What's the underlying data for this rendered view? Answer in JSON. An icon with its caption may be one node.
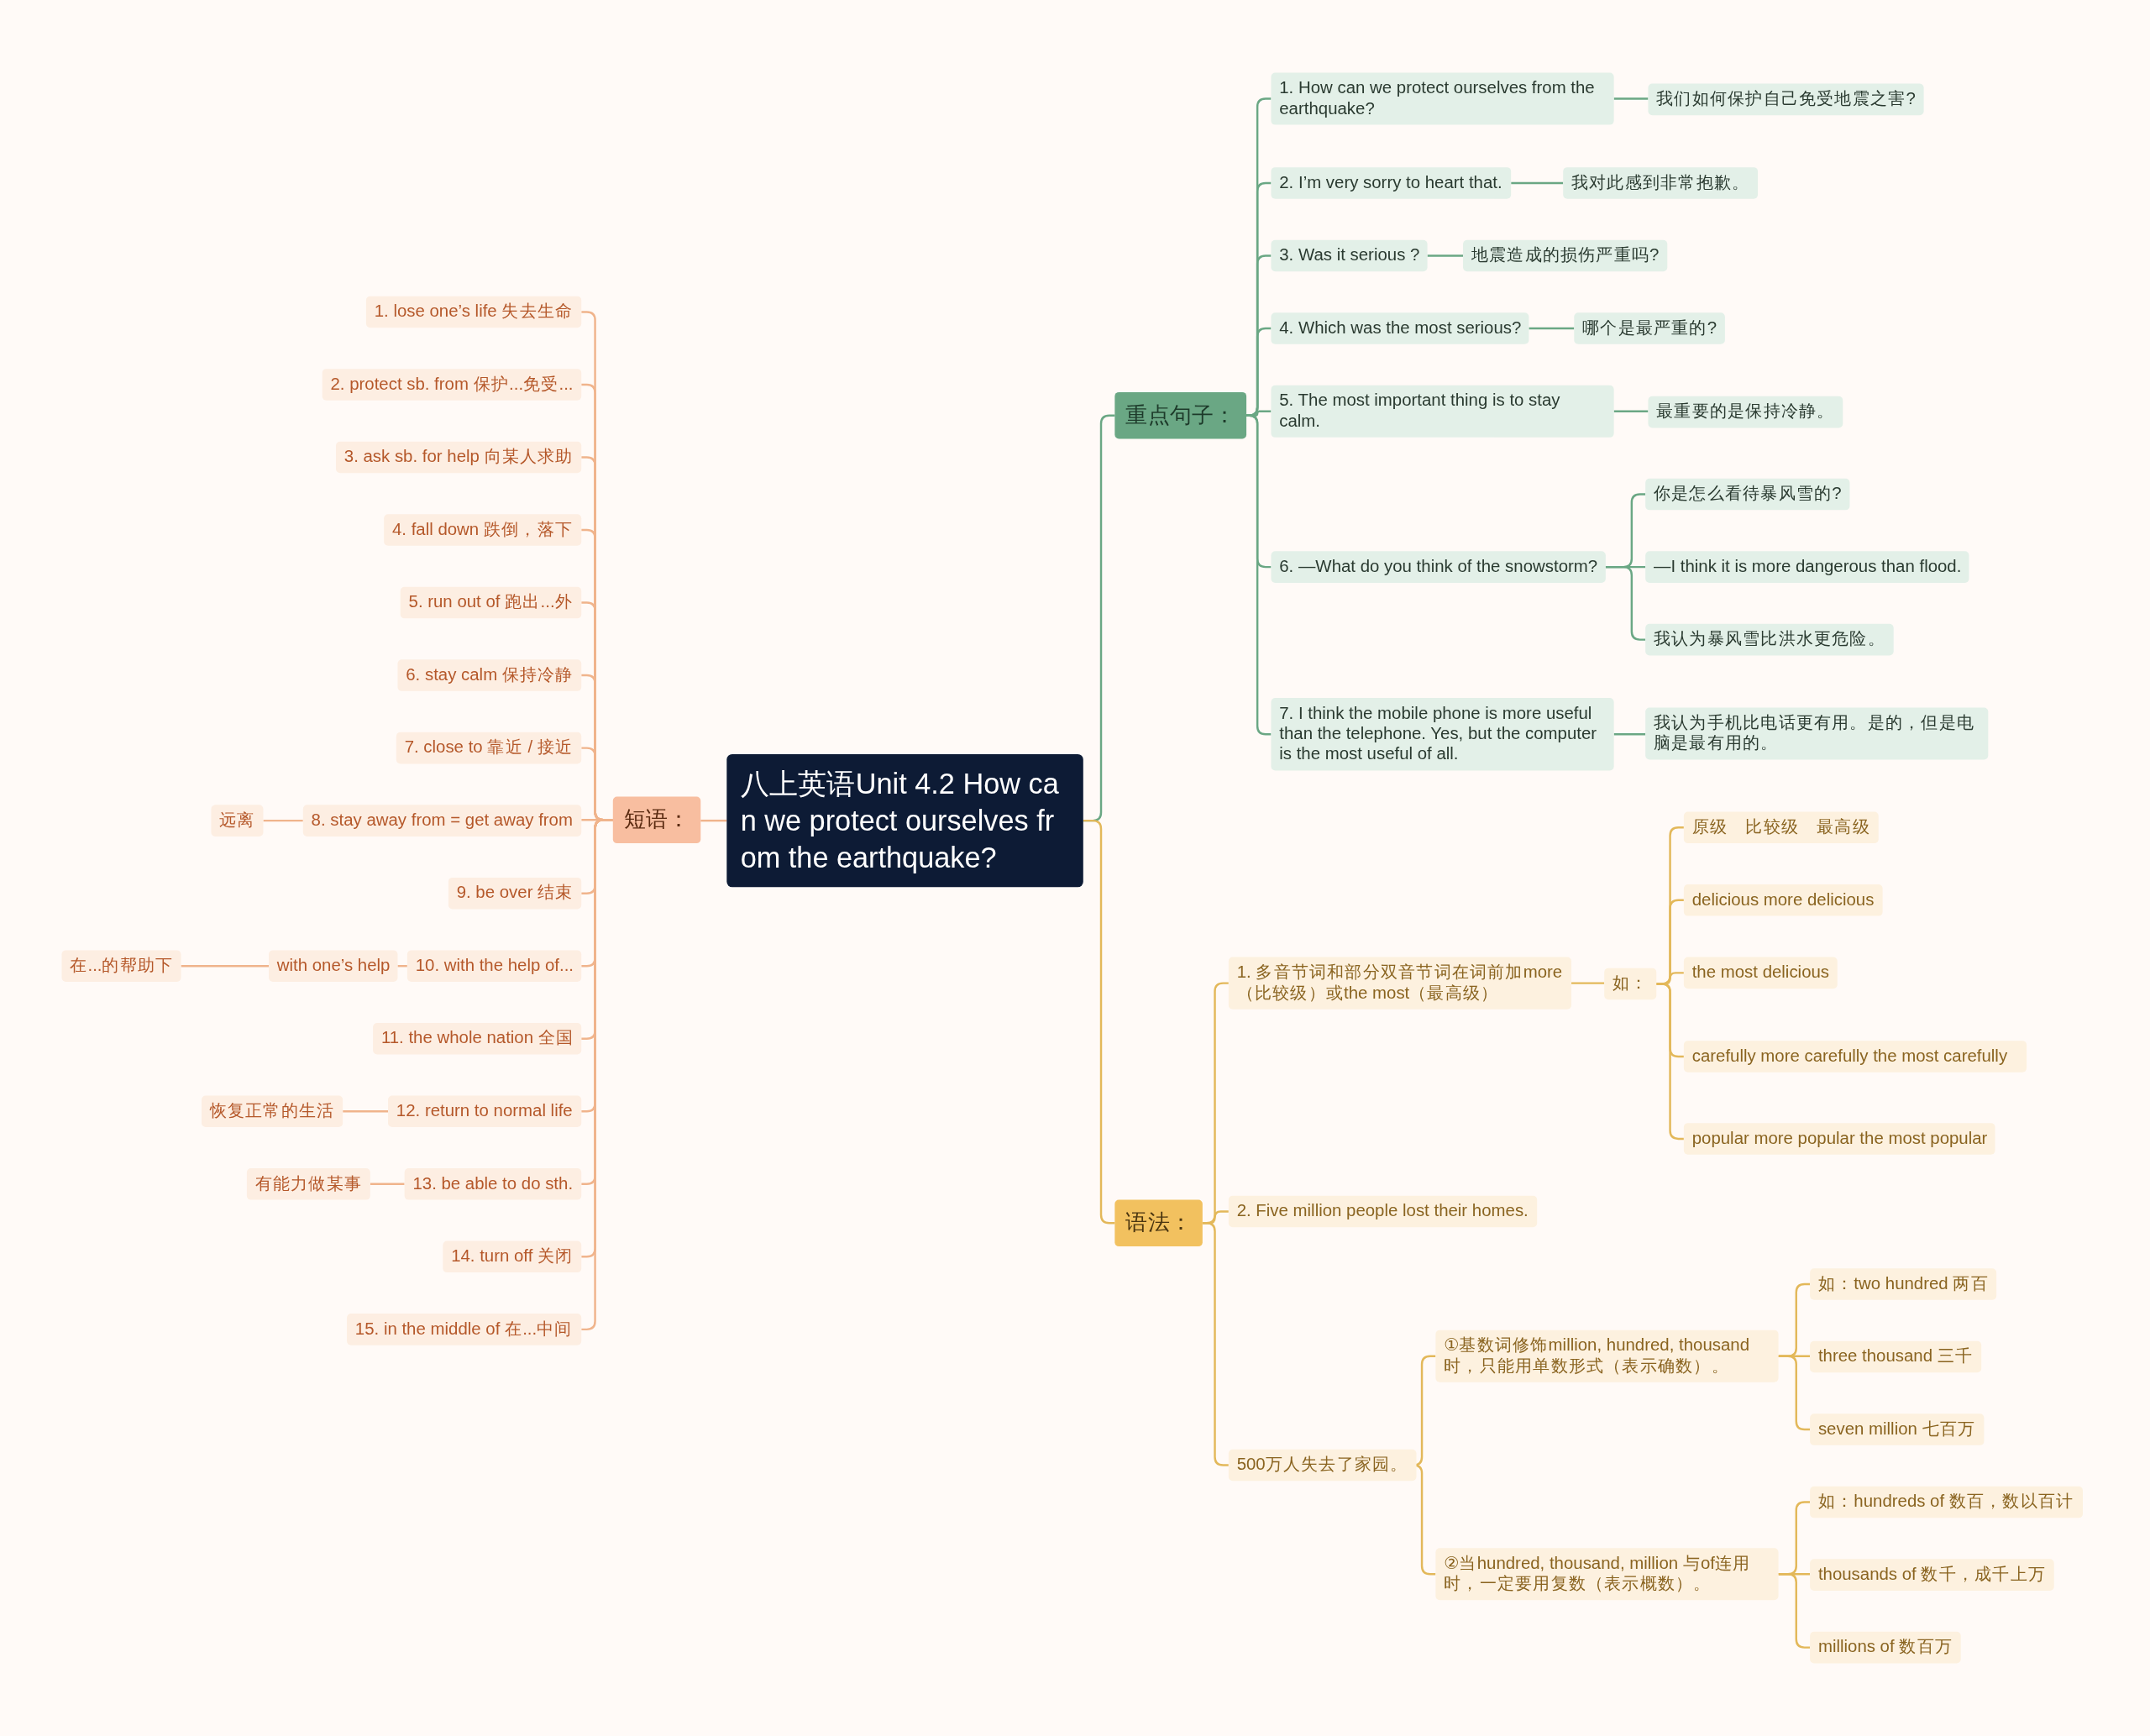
{
  "diagram": {
    "nodes": [
      {
        "text": [
          "八上英语Unit 4.2 How can we protect ourselves from the earthquake?"
        ]
      },
      {
        "text": [
          "重点句子："
        ]
      },
      {
        "text": [
          "1. How can we protect ourselves from the earthquake?"
        ]
      },
      {
        "text": [
          "我们如何保护自己免受地震之害?"
        ]
      },
      {
        "text": [
          "2. I’m very sorry to heart that."
        ]
      },
      {
        "text": [
          "我对此感到非常抱歉。"
        ]
      },
      {
        "text": [
          "3. Was it serious ?"
        ]
      },
      {
        "text": [
          "地震造成的损伤严重吗?"
        ]
      },
      {
        "text": [
          "4. Which was the most serious?"
        ]
      },
      {
        "text": [
          "哪个是最严重的?"
        ]
      },
      {
        "text": [
          "5. The most important thing is to stay calm."
        ]
      },
      {
        "text": [
          "最重要的是保持冷静。"
        ]
      },
      {
        "text": [
          "6. —What do you think of the snowstorm?"
        ]
      },
      {
        "text": [
          "你是怎么看待暴风雪的?"
        ]
      },
      {
        "text": [
          "—I think it is more dangerous than flood."
        ]
      },
      {
        "text": [
          "我认为暴风雪比洪水更危险。"
        ]
      },
      {
        "text": [
          "7. I think the mobile phone is more useful than the telephone. Yes, but the computer is the most useful of all."
        ]
      },
      {
        "text": [
          "我认为手机比电话更有用。是的，但是电脑是最有用的。"
        ]
      },
      {
        "text": [
          "语法："
        ]
      },
      {
        "text": [
          "1. 多音节词和部分双音节词在词前加more（比较级）或the most（最高级）"
        ]
      },
      {
        "text": [
          "如："
        ]
      },
      {
        "text": [
          "原级　比较级　最高级"
        ]
      },
      {
        "text": [
          "delicious more delicious"
        ]
      },
      {
        "text": [
          "the most delicious"
        ]
      },
      {
        "text": [
          "carefully more carefully the most carefully"
        ]
      },
      {
        "text": [
          "popular  more popular the most popular"
        ]
      },
      {
        "text": [
          "2. Five million people lost their homes."
        ]
      },
      {
        "text": [
          "500万人失去了家园。"
        ]
      },
      {
        "text": [
          "①基数词修饰million, hundred, thousand时，只能用单数形式（表示确数）。"
        ]
      },
      {
        "text": [
          "如：two hundred 两百"
        ]
      },
      {
        "text": [
          "three thousand 三千"
        ]
      },
      {
        "text": [
          "seven million 七百万"
        ]
      },
      {
        "text": [
          "②当hundred, thousand, million 与of连用时，一定要用复数（表示概数）。"
        ]
      },
      {
        "text": [
          "如：hundreds of  数百，数以百计"
        ]
      },
      {
        "text": [
          "thousands of 数千，成千上万"
        ]
      },
      {
        "text": [
          "millions of 数百万"
        ]
      },
      {
        "text": [
          "短语："
        ]
      },
      {
        "text": [
          "1. lose one’s life 失去生命"
        ]
      },
      {
        "text": [
          "2. protect sb. from 保护...免受..."
        ]
      },
      {
        "text": [
          "3. ask sb. for help  向某人求助"
        ]
      },
      {
        "text": [
          "4. fall down  跌倒，落下"
        ]
      },
      {
        "text": [
          "5. run out of  跑出...外"
        ]
      },
      {
        "text": [
          "6. stay calm  保持冷静"
        ]
      },
      {
        "text": [
          "7. close to  靠近 / 接近"
        ]
      },
      {
        "text": [
          "8. stay away from = get away from"
        ]
      },
      {
        "text": [
          "远离"
        ]
      },
      {
        "text": [
          "9. be over 结束"
        ]
      },
      {
        "text": [
          "10. with the help of..."
        ]
      },
      {
        "text": [
          "with one’s help"
        ]
      },
      {
        "text": [
          "在...的帮助下"
        ]
      },
      {
        "text": [
          "11. the whole nation  全国"
        ]
      },
      {
        "text": [
          "12. return to normal life"
        ]
      },
      {
        "text": [
          "恢复正常的生活"
        ]
      },
      {
        "text": [
          "13. be able to do sth."
        ]
      },
      {
        "text": [
          "有能力做某事"
        ]
      },
      {
        "text": [
          "14. turn off  关闭"
        ]
      },
      {
        "text": [
          "15. in the middle of  在...中间"
        ]
      }
    ],
    "edges": [
      {
        "from": 0,
        "to": 1,
        "arrow": "none",
        "color": "#6aa784"
      },
      {
        "from": 1,
        "to": 2,
        "arrow": "none",
        "color": "#6aa784"
      },
      {
        "from": 2,
        "to": 3,
        "arrow": "none",
        "color": "#6aa784"
      },
      {
        "from": 1,
        "to": 4,
        "arrow": "none",
        "color": "#6aa784"
      },
      {
        "from": 4,
        "to": 5,
        "arrow": "none",
        "color": "#6aa784"
      },
      {
        "from": 1,
        "to": 6,
        "arrow": "none",
        "color": "#6aa784"
      },
      {
        "from": 6,
        "to": 7,
        "arrow": "none",
        "color": "#6aa784"
      },
      {
        "from": 1,
        "to": 8,
        "arrow": "none",
        "color": "#6aa784"
      },
      {
        "from": 8,
        "to": 9,
        "arrow": "none",
        "color": "#6aa784"
      },
      {
        "from": 1,
        "to": 10,
        "arrow": "none",
        "color": "#6aa784"
      },
      {
        "from": 10,
        "to": 11,
        "arrow": "none",
        "color": "#6aa784"
      },
      {
        "from": 1,
        "to": 12,
        "arrow": "none",
        "color": "#6aa784"
      },
      {
        "from": 12,
        "to": 13,
        "arrow": "none",
        "color": "#6aa784"
      },
      {
        "from": 12,
        "to": 14,
        "arrow": "none",
        "color": "#6aa784"
      },
      {
        "from": 12,
        "to": 15,
        "arrow": "none",
        "color": "#6aa784"
      },
      {
        "from": 1,
        "to": 16,
        "arrow": "none",
        "color": "#6aa784"
      },
      {
        "from": 16,
        "to": 17,
        "arrow": "none",
        "color": "#6aa784"
      },
      {
        "from": 0,
        "to": 18,
        "arrow": "none",
        "color": "#e3b85a"
      },
      {
        "from": 18,
        "to": 19,
        "arrow": "none",
        "color": "#e3b85a"
      },
      {
        "from": 19,
        "to": 20,
        "arrow": "none",
        "color": "#e3b85a"
      },
      {
        "from": 20,
        "to": 21,
        "arrow": "none",
        "color": "#e3b85a"
      },
      {
        "from": 20,
        "to": 22,
        "arrow": "none",
        "color": "#e3b85a"
      },
      {
        "from": 20,
        "to": 23,
        "arrow": "none",
        "color": "#e3b85a"
      },
      {
        "from": 20,
        "to": 24,
        "arrow": "none",
        "color": "#e3b85a"
      },
      {
        "from": 20,
        "to": 25,
        "arrow": "none",
        "color": "#e3b85a"
      },
      {
        "from": 18,
        "to": 26,
        "arrow": "none",
        "color": "#e3b85a"
      },
      {
        "from": 18,
        "to": 27,
        "arrow": "none",
        "color": "#e3b85a"
      },
      {
        "from": 27,
        "to": 28,
        "arrow": "none",
        "color": "#e3b85a"
      },
      {
        "from": 28,
        "to": 29,
        "arrow": "none",
        "color": "#e3b85a"
      },
      {
        "from": 28,
        "to": 30,
        "arrow": "none",
        "color": "#e3b85a"
      },
      {
        "from": 28,
        "to": 31,
        "arrow": "none",
        "color": "#e3b85a"
      },
      {
        "from": 27,
        "to": 32,
        "arrow": "none",
        "color": "#e3b85a"
      },
      {
        "from": 32,
        "to": 33,
        "arrow": "none",
        "color": "#e3b85a"
      },
      {
        "from": 32,
        "to": 34,
        "arrow": "none",
        "color": "#e3b85a"
      },
      {
        "from": 32,
        "to": 35,
        "arrow": "none",
        "color": "#e3b85a"
      },
      {
        "from": 0,
        "to": 36,
        "arrow": "none"
      },
      {
        "from": 36,
        "to": 37,
        "arrow": "none"
      },
      {
        "from": 36,
        "to": 38,
        "arrow": "none"
      },
      {
        "from": 36,
        "to": 39,
        "arrow": "none"
      },
      {
        "from": 36,
        "to": 40,
        "arrow": "none"
      },
      {
        "from": 36,
        "to": 41,
        "arrow": "none"
      },
      {
        "from": 36,
        "to": 42,
        "arrow": "none"
      },
      {
        "from": 36,
        "to": 43,
        "arrow": "none"
      },
      {
        "from": 36,
        "to": 44,
        "arrow": "none"
      },
      {
        "from": 44,
        "to": 45,
        "arrow": "none"
      },
      {
        "from": 36,
        "to": 46,
        "arrow": "none"
      },
      {
        "from": 36,
        "to": 47,
        "arrow": "none"
      },
      {
        "from": 47,
        "to": 48,
        "arrow": "none"
      },
      {
        "from": 48,
        "to": 49,
        "arrow": "none"
      },
      {
        "from": 36,
        "to": 50,
        "arrow": "none"
      },
      {
        "from": 36,
        "to": 51,
        "arrow": "none"
      },
      {
        "from": 51,
        "to": 52,
        "arrow": "none"
      },
      {
        "from": 36,
        "to": 53,
        "arrow": "none"
      },
      {
        "from": 53,
        "to": 54,
        "arrow": "none"
      },
      {
        "from": 36,
        "to": 55,
        "arrow": "none"
      },
      {
        "from": 36,
        "to": 56,
        "arrow": "none"
      }
    ]
  }
}
